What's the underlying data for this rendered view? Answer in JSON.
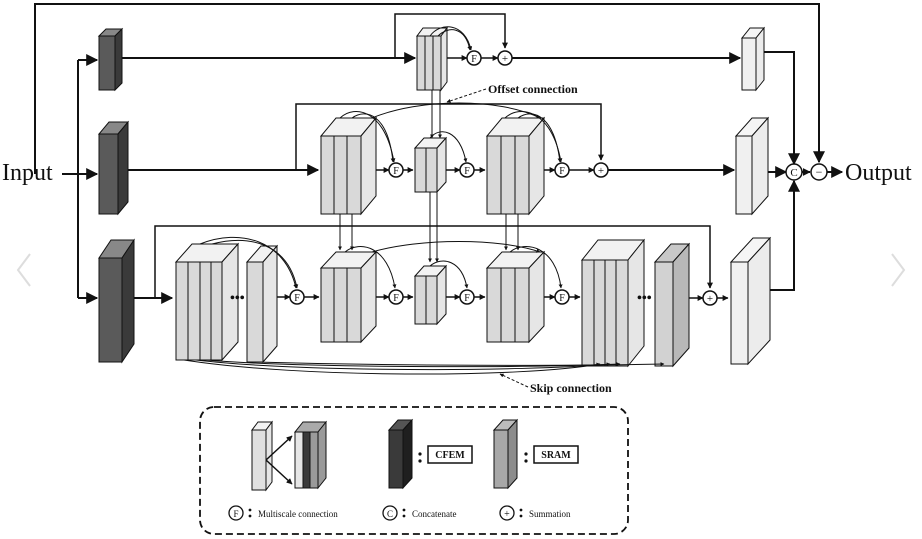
{
  "labels": {
    "input": "Input",
    "output": "Output",
    "offset_connection": "Offset connection",
    "skip_connection": "Skip connection"
  },
  "symbols": {
    "multiscale": "F",
    "concatenate": "C",
    "summation": "+",
    "subtract": "−"
  },
  "legend": {
    "cfem_label": "CFEM",
    "sram_label": "SRAM",
    "multiscale_text": "Multiscale connection",
    "concatenate_text": "Concatenate",
    "summation_text": "Summation"
  },
  "colors": {
    "line": "#111111",
    "block_face": "#d9d9d9",
    "block_side": "#ededed",
    "block_top": "#f2f2f2",
    "dark_block": "#555555",
    "darker_block": "#2f2f2f",
    "mid_block": "#9a9a9a",
    "light_block": "#ececec",
    "carousel_arrow": "#dddddd"
  },
  "icons": {
    "carousel_prev": "chevron-left-icon",
    "carousel_next": "chevron-right-icon"
  }
}
